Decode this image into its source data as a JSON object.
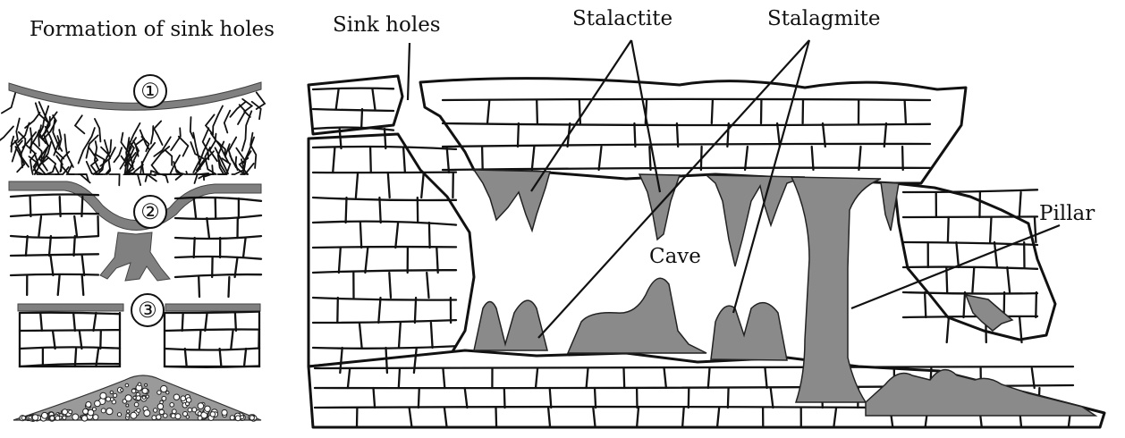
{
  "left_panel": {
    "title": "Formation of sink holes",
    "steps": [
      "①",
      "②",
      "③"
    ]
  },
  "labels": {
    "sink_holes": "Sink holes",
    "stalactite": "Stalactite",
    "stalagmite": "Stalagmite",
    "cave": "Cave",
    "pillar": "Pillar"
  },
  "colors": {
    "deposit_gray": "#8a8a8a",
    "outline": "#111111",
    "background": "#ffffff"
  }
}
